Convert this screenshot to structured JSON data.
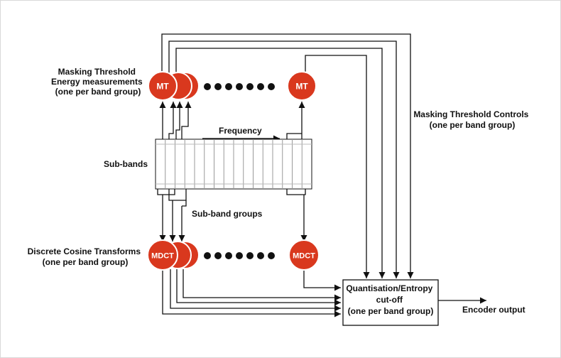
{
  "labels": {
    "mt_title": [
      "Masking Threshold",
      "Energy measurements",
      "(one per band group)"
    ],
    "mt_controls": [
      "Masking Threshold Controls",
      "(one per band group)"
    ],
    "frequency": "Frequency",
    "sub_bands": "Sub-bands",
    "sub_band_groups": "Sub-band groups",
    "dct_title": [
      "Discrete Cosine Transforms",
      "(one per band group)"
    ],
    "quant": [
      "Quantisation/Entropy",
      "cut-off",
      "(one per band group)"
    ],
    "encoder_output": "Encoder output"
  },
  "nodes": {
    "mt": "MT",
    "mdct": "MDCT"
  },
  "colors": {
    "node_fill": "#d9381e",
    "node_stroke": "#ffffff",
    "line": "#111111",
    "frame_border": "#d8d8d8"
  },
  "counts": {
    "mt_stack": 3,
    "mdct_stack": 3,
    "dots": 7
  }
}
